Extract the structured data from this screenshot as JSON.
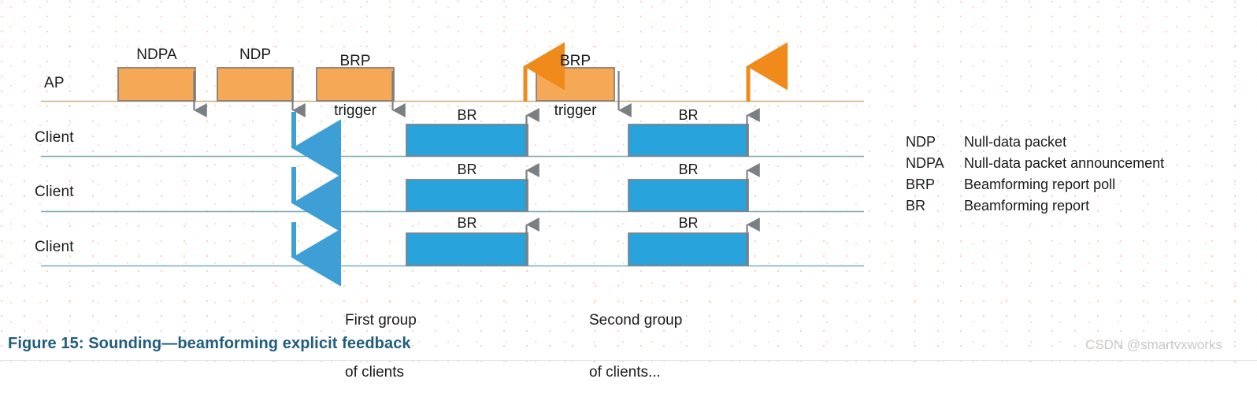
{
  "figure": {
    "caption": "Figure 15: Sounding—beamforming explicit feedback",
    "watermark": "CSDN @smartvxworks"
  },
  "lanes": [
    {
      "label": "AP"
    },
    {
      "label": "Client"
    },
    {
      "label": "Client"
    },
    {
      "label": "Client"
    }
  ],
  "ap_packets": [
    {
      "label": "NDPA",
      "label_line2": ""
    },
    {
      "label": "NDP",
      "label_line2": ""
    },
    {
      "label": "BRP",
      "label_line2": "trigger"
    },
    {
      "label": "BRP",
      "label_line2": "trigger"
    }
  ],
  "client_packets": {
    "label": "BR"
  },
  "groups": [
    {
      "line1": "First group",
      "line2": "of clients"
    },
    {
      "line1": "Second group",
      "line2": "of clients..."
    }
  ],
  "legend": [
    {
      "abbr": "NDP",
      "desc": "Null-data packet"
    },
    {
      "abbr": "NDPA",
      "desc": "Null-data packet announcement"
    },
    {
      "abbr": "BRP",
      "desc": "Beamforming report poll"
    },
    {
      "abbr": "BR",
      "desc": "Beamforming report"
    }
  ],
  "colors": {
    "ap_packet_fill": "#f5a957",
    "ap_packet_stroke": "#8a7f76",
    "client_packet_fill": "#28a3dc",
    "client_packet_stroke": "#7d848a",
    "ap_timeline": "#c9b07b",
    "client_timeline": "#7fa9c0",
    "down_arrow": "#7a7f84",
    "up_arrow_orange": "#ef8a1b",
    "up_arrow_gray": "#7a7f84",
    "blue_arrow": "#3e9fd6",
    "caption": "#1f5d7d",
    "watermark": "#c9c9c9"
  }
}
